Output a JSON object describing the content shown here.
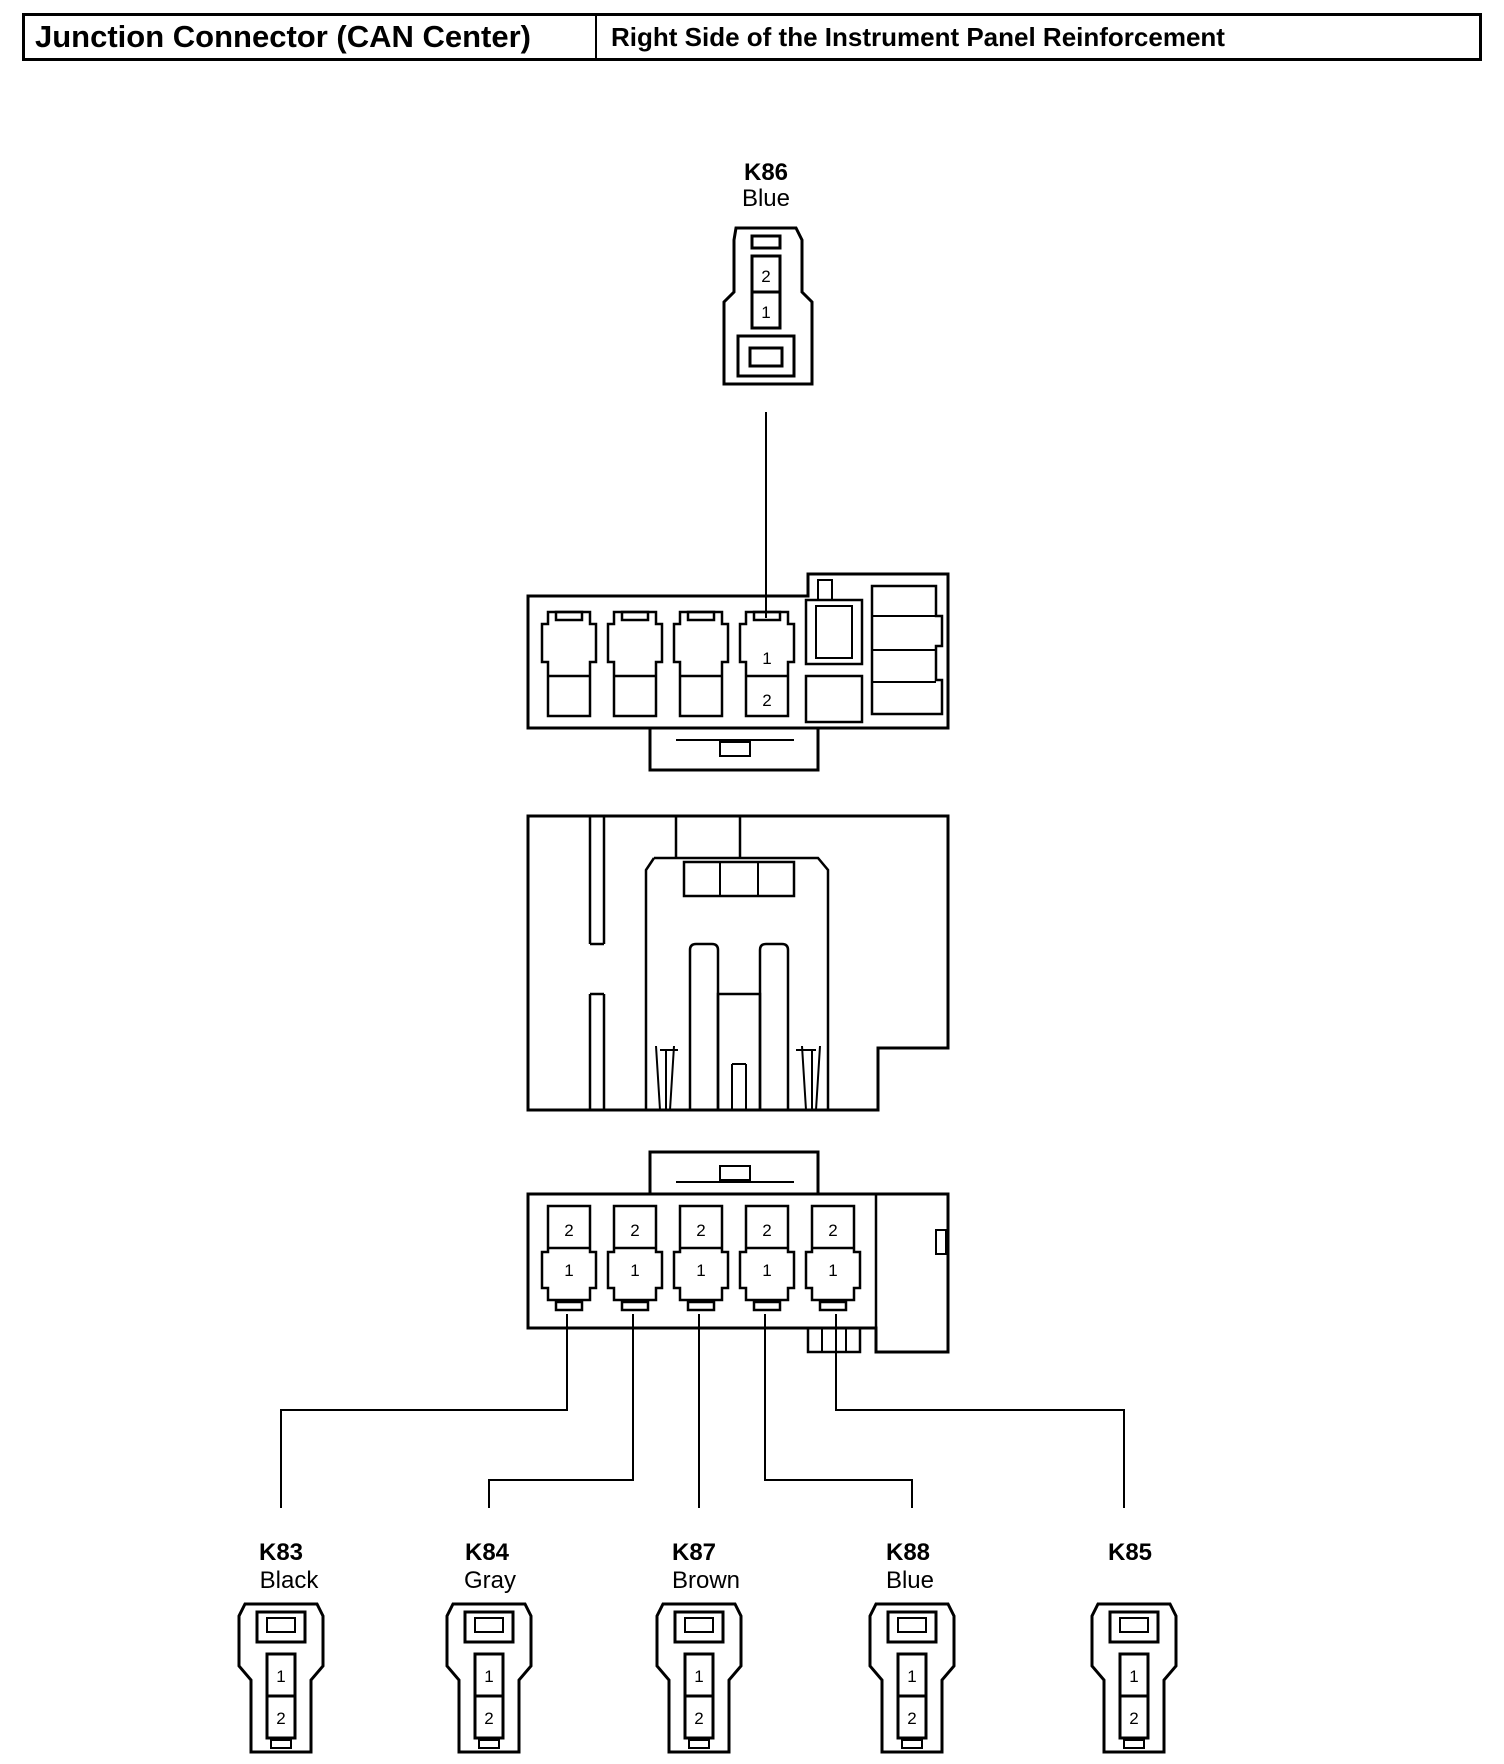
{
  "header": {
    "title": "Junction Connector (CAN Center)",
    "location": "Right Side of the Instrument Panel Reinforcement"
  },
  "connectors": {
    "top": {
      "code": "K86",
      "color": "Blue"
    },
    "bottom": [
      {
        "code": "K83",
        "color": "Black"
      },
      {
        "code": "K84",
        "color": "Gray"
      },
      {
        "code": "K87",
        "color": "Brown"
      },
      {
        "code": "K88",
        "color": "Blue"
      },
      {
        "code": "K85",
        "color": ""
      }
    ]
  },
  "pins": {
    "one": "1",
    "two": "2"
  }
}
